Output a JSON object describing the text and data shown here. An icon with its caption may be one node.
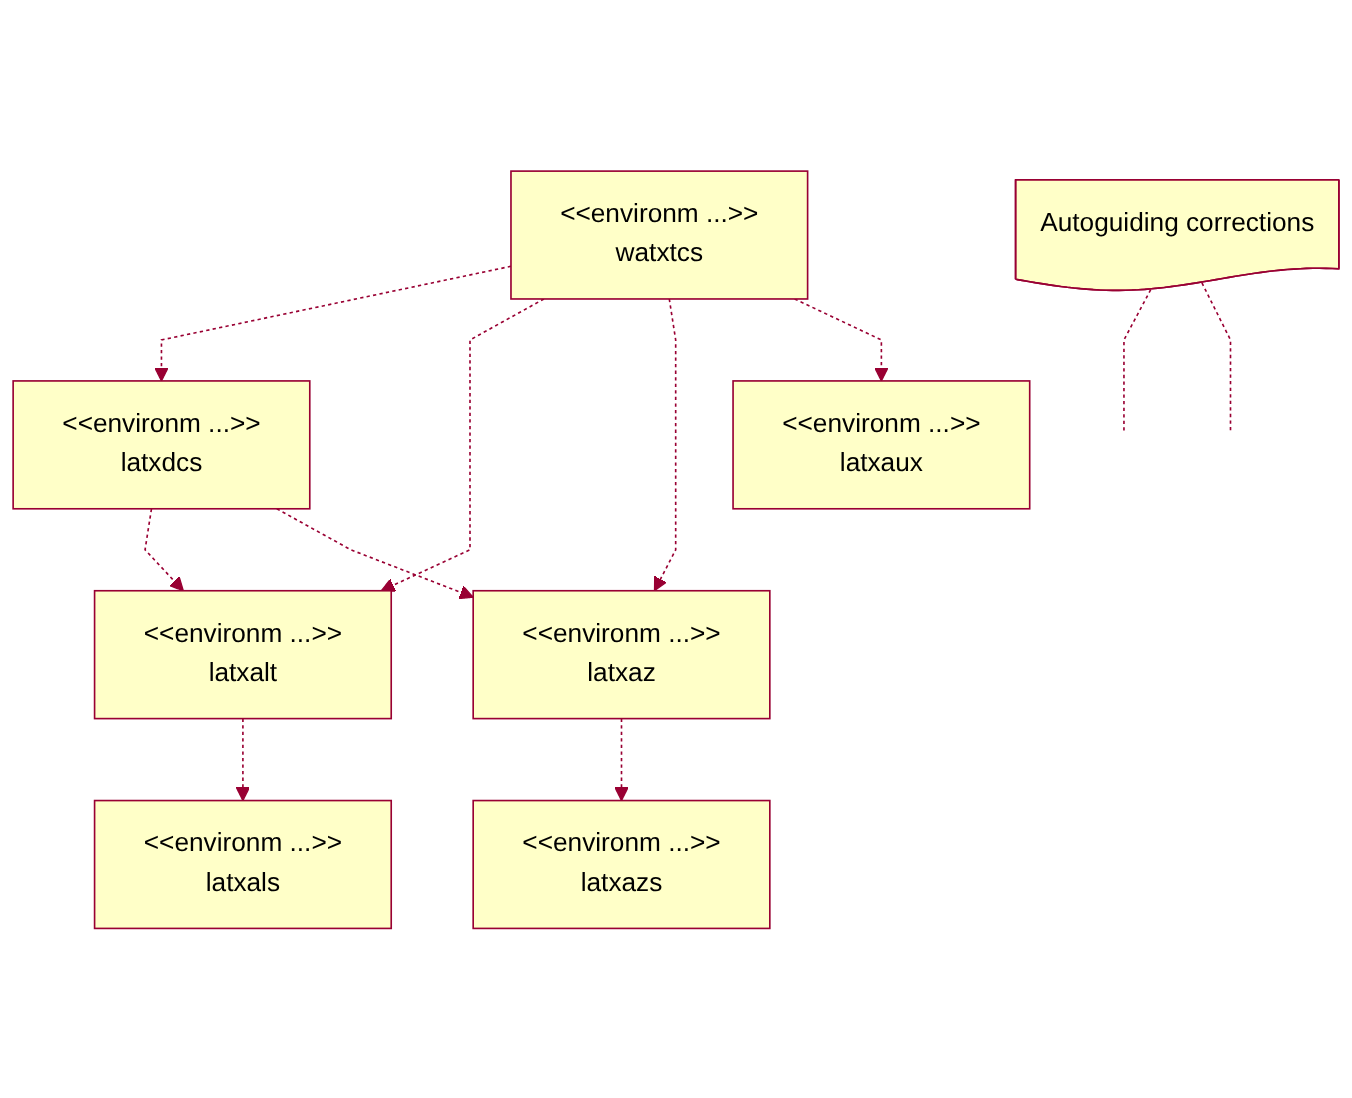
{
  "diagram": {
    "nodes": [
      {
        "text": [
          "<<environm ...>>",
          "watxtcs"
        ]
      },
      {
        "text": [
          "<<environm ...>>",
          "latxdcs"
        ]
      },
      {
        "text": [
          "<<environm ...>>",
          "latxaux"
        ]
      },
      {
        "text": [
          "Autoguiding corrections"
        ]
      },
      {
        "text": [
          "<<environm ...>>",
          "latxalt"
        ]
      },
      {
        "text": [
          "<<environm ...>>",
          "latxaz"
        ]
      },
      {
        "text": [
          "<<environm ...>>",
          "latxals"
        ]
      },
      {
        "text": [
          "<<environm ...>>",
          "latxazs"
        ]
      }
    ],
    "edges": [
      {
        "from": 0,
        "to": 1,
        "arrow": "to",
        "style": "dashed"
      },
      {
        "from": 0,
        "to": 4,
        "arrow": "to",
        "style": "dashed"
      },
      {
        "from": 0,
        "to": 5,
        "arrow": "to",
        "style": "dashed"
      },
      {
        "from": 0,
        "to": 2,
        "arrow": "to",
        "style": "dashed"
      },
      {
        "from": 1,
        "to": 4,
        "arrow": "to",
        "style": "dashed"
      },
      {
        "from": 1,
        "to": 5,
        "arrow": "to",
        "style": "dashed"
      },
      {
        "from": 3,
        "to": null,
        "arrow": "none",
        "style": "dashed"
      },
      {
        "from": 3,
        "to": null,
        "arrow": "none",
        "style": "dashed"
      },
      {
        "from": 4,
        "to": 6,
        "arrow": "to",
        "style": "dashed"
      },
      {
        "from": 5,
        "to": 7,
        "arrow": "to",
        "style": "dashed"
      }
    ]
  }
}
